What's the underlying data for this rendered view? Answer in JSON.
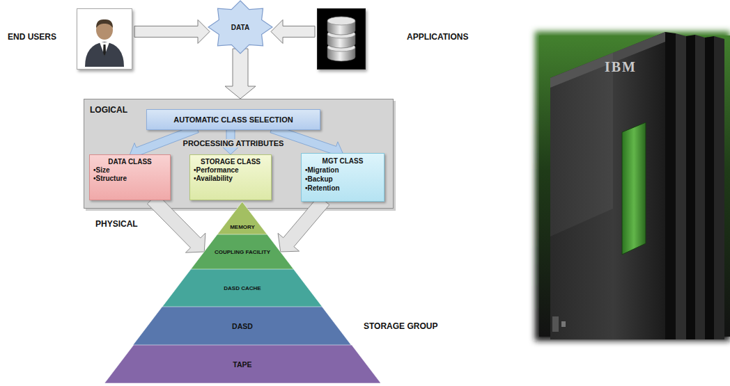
{
  "diagram": {
    "nodes": [
      {
        "text": [
          "END USERS"
        ]
      },
      {
        "text": [
          "DATA"
        ]
      },
      {
        "text": [
          "APPLICATIONS"
        ]
      },
      {
        "text": [
          "LOGICAL"
        ]
      },
      {
        "text": [
          "AUTOMATIC CLASS SELECTION"
        ],
        "in": 3
      },
      {
        "text": [
          "DATA CLASS",
          "•Size",
          "•Structure"
        ],
        "in": 3
      },
      {
        "text": [
          "STORAGE CLASS",
          "•Performance",
          "•Availability"
        ],
        "in": 3
      },
      {
        "text": [
          "MGT CLASS",
          "•Migration",
          "•Backup",
          "•Retention"
        ],
        "in": 3
      },
      {
        "text": [
          "MEMORY"
        ]
      },
      {
        "text": [
          "COUPLING FACILITY"
        ]
      },
      {
        "text": [
          "DASD CACHE"
        ]
      },
      {
        "text": [
          "DASD"
        ]
      },
      {
        "text": [
          "TAPE"
        ]
      }
    ],
    "edges": [
      {
        "from": 0,
        "to": 1,
        "arrow": "to"
      },
      {
        "from": 2,
        "to": 1,
        "arrow": "to"
      },
      {
        "from": 1,
        "to": 3,
        "arrow": "to"
      },
      {
        "from": 4,
        "to": 5,
        "arrow": "to"
      },
      {
        "from": 4,
        "to": 6,
        "arrow": "to"
      },
      {
        "from": 4,
        "to": 7,
        "arrow": "to"
      },
      {
        "from": 5,
        "to": 9,
        "arrow": "to"
      },
      {
        "from": 7,
        "to": 9,
        "arrow": "to"
      }
    ],
    "labels": [
      "PROCESSING ATTRIBUTES",
      "PHYSICAL",
      "STORAGE GROUP",
      "IBM"
    ]
  }
}
